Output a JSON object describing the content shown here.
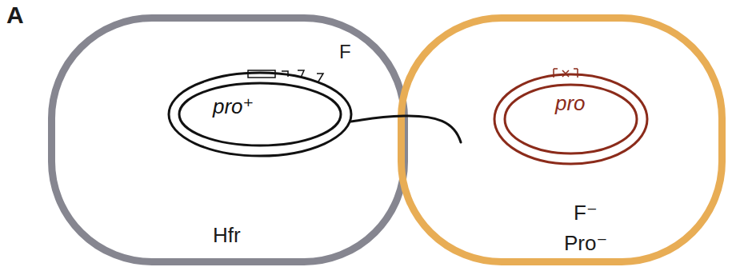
{
  "diagram": {
    "nodes": [
      {
        "text": [
          "Hfr"
        ]
      },
      {
        "text": [
          "pro⁺"
        ],
        "in": 0
      },
      {
        "text": [
          "F⁻",
          "Pro⁻"
        ]
      },
      {
        "text": [
          "pro"
        ],
        "in": 2
      }
    ],
    "labels": [
      "A",
      "F"
    ]
  }
}
